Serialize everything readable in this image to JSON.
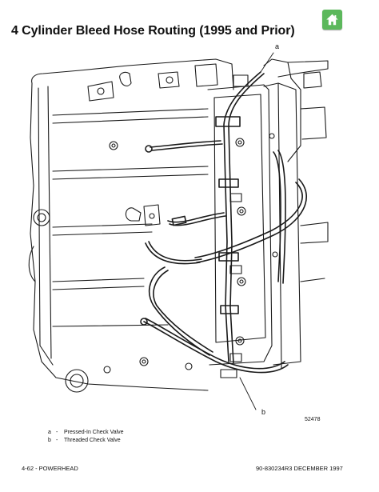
{
  "header": {
    "home_icon": "home-icon",
    "accent_color": "#5cb85c"
  },
  "title": "4 Cylinder Bleed Hose Routing (1995 and Prior)",
  "diagram": {
    "callout_a": "a",
    "callout_b": "b",
    "figure_number": "52478"
  },
  "legend": [
    {
      "key": "a",
      "text": "Pressed-In Check Valve"
    },
    {
      "key": "b",
      "text": "Threaded Check Valve"
    }
  ],
  "footer": {
    "left": "4-62 - POWERHEAD",
    "right": "90-830234R3  DECEMBER 1997"
  }
}
